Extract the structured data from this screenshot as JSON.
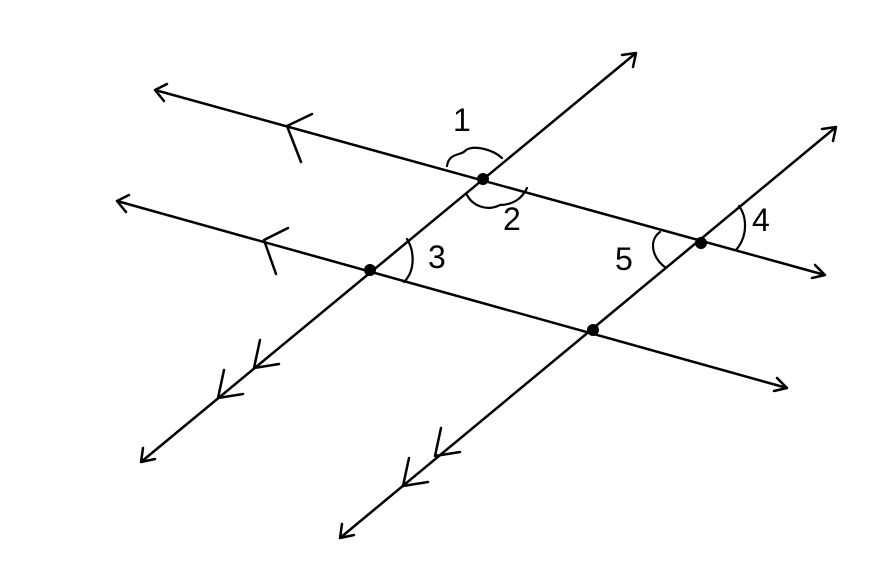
{
  "diagram": {
    "angle_labels": [
      "1",
      "2",
      "3",
      "4",
      "5"
    ],
    "colors": {
      "stroke": "#000000",
      "background": "#ffffff"
    }
  }
}
